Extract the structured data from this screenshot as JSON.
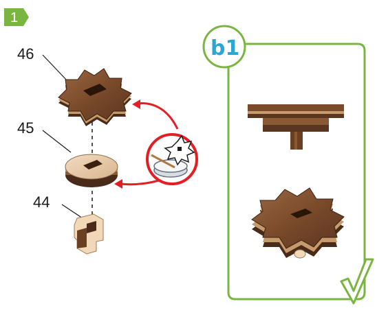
{
  "step": {
    "number": "1",
    "badge_color": "#7ab542"
  },
  "parts": [
    {
      "id": "46"
    },
    {
      "id": "45"
    },
    {
      "id": "44"
    }
  ],
  "glue_icon": "glue-pot-icon",
  "detail": {
    "label": "b1",
    "frame_color": "#7ab542",
    "label_color": "#2aa8d4"
  },
  "check_icon": "checkmark-icon",
  "arrow_color": "#e31e24",
  "wood_colors": {
    "light": "#c79a6b",
    "mid": "#8a5a35",
    "dark": "#4a2a18"
  }
}
